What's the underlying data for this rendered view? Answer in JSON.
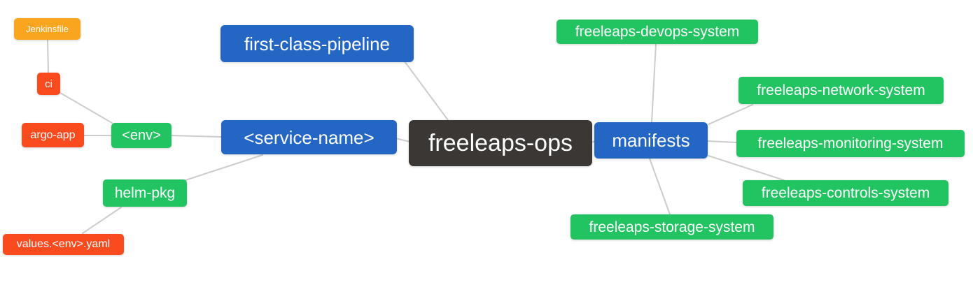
{
  "diagram": {
    "type": "mindmap",
    "root_label": "freeleaps-ops",
    "colors": {
      "blue": "#2366c4",
      "green": "#22c462",
      "orange": "#f9a51f",
      "red": "#fa4b1e",
      "dark": "#3b3735",
      "edge": "#cccccc",
      "text": "#ffffff",
      "background": "#ffffff"
    },
    "nodes": [
      {
        "id": "jenkinsfile",
        "label": "Jenkinsfile",
        "color": "orange"
      },
      {
        "id": "ci",
        "label": "ci",
        "color": "red"
      },
      {
        "id": "argo-app",
        "label": "argo-app",
        "color": "red"
      },
      {
        "id": "env",
        "label": "<env>",
        "color": "green"
      },
      {
        "id": "first-class-pipeline",
        "label": "first-class-pipeline",
        "color": "blue"
      },
      {
        "id": "service-name",
        "label": "<service-name>",
        "color": "blue"
      },
      {
        "id": "freeleaps-ops",
        "label": "freeleaps-ops",
        "color": "dark"
      },
      {
        "id": "manifests",
        "label": "manifests",
        "color": "blue"
      },
      {
        "id": "devops-system",
        "label": "freeleaps-devops-system",
        "color": "green"
      },
      {
        "id": "network-system",
        "label": "freeleaps-network-system",
        "color": "green"
      },
      {
        "id": "monitoring-system",
        "label": "freeleaps-monitoring-system",
        "color": "green"
      },
      {
        "id": "controls-system",
        "label": "freeleaps-controls-system",
        "color": "green"
      },
      {
        "id": "storage-system",
        "label": "freeleaps-storage-system",
        "color": "green"
      },
      {
        "id": "helm-pkg",
        "label": "helm-pkg",
        "color": "green"
      },
      {
        "id": "values-env-yaml",
        "label": "values.<env>.yaml",
        "color": "red"
      }
    ],
    "edges": [
      {
        "from": "jenkinsfile",
        "to": "ci"
      },
      {
        "from": "ci",
        "to": "env"
      },
      {
        "from": "argo-app",
        "to": "env"
      },
      {
        "from": "env",
        "to": "service-name"
      },
      {
        "from": "service-name",
        "to": "helm-pkg"
      },
      {
        "from": "helm-pkg",
        "to": "values-env-yaml"
      },
      {
        "from": "service-name",
        "to": "freeleaps-ops"
      },
      {
        "from": "first-class-pipeline",
        "to": "freeleaps-ops"
      },
      {
        "from": "freeleaps-ops",
        "to": "manifests"
      },
      {
        "from": "manifests",
        "to": "devops-system"
      },
      {
        "from": "manifests",
        "to": "network-system"
      },
      {
        "from": "manifests",
        "to": "monitoring-system"
      },
      {
        "from": "manifests",
        "to": "controls-system"
      },
      {
        "from": "manifests",
        "to": "storage-system"
      }
    ]
  }
}
